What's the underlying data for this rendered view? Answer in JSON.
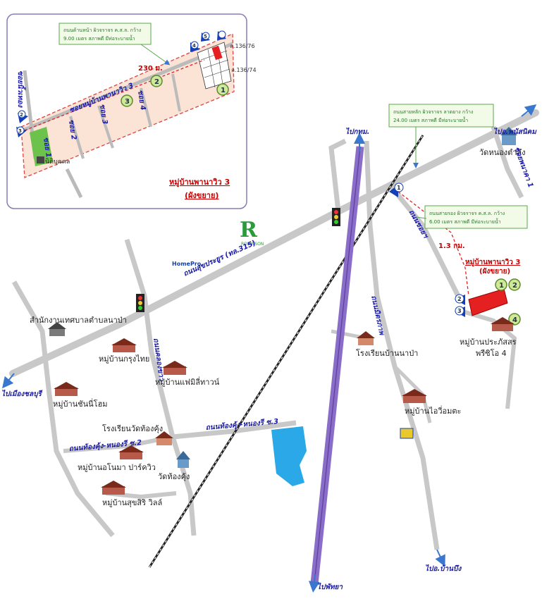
{
  "inset": {
    "note": [
      "ถนนด้านหน้า ผิวจราจร ค.ส.ล. กว้าง",
      "9.00 เมตร สภาพดี มีท่อระบายน้ำ"
    ],
    "plot_a": "ล.136/76",
    "plot_b": "ล.136/74",
    "distance": "230 ม.",
    "road_main": "ซอยหมู่บ้านพานาวิว 3",
    "road_left": "ซอยนิ้วเทอง",
    "soi1": "ซอย 1",
    "soi2": "ซอย 2",
    "soi3": "ซอย 3",
    "soi4": "ซอย 4",
    "juristic": "นิติบุคคล",
    "title": "หมู่บ้านพานาวิว 3",
    "subtitle": "(ผังขยาย)",
    "markers": [
      "1",
      "2",
      "3",
      "4",
      "5",
      "2",
      "3"
    ]
  },
  "main": {
    "note_top": [
      "ถนนสายหลัก ผิวจราจร ลาดยาง กว้าง",
      "24.00 เมตร สภาพดี มีท่อระบายน้ำ"
    ],
    "note_mid": [
      "ถนนสายรอง ผิวจราจร ค.ส.ล. กว้าง",
      "6.00 เมตร สภาพดี มีท่อระบายน้ำ"
    ],
    "to_bangkok": "ไปกทม.",
    "to_phanat": "ไปอ.พนัสนิคม",
    "to_chonburi": "ไปเมืองชลบุรี",
    "to_pattaya": "ไปพัทยา",
    "to_banbueng": "ไปอ.บ้านบึง",
    "wat_nong": "วัดหนองตำลึง",
    "soi_1": "ซอยพนาคา 1",
    "road_sukha": "ถนนสุขประยูร (ทล.315)",
    "road_sub": "ถนนซอยฯ",
    "road_mittraphap": "ถนนมิตรภาพ",
    "road_khlong": "ถนนคลองขาว",
    "road_tongkung_3": "ถนนท้องคุ้ง-หนองรี ซ.3",
    "road_tongkung_2": "ถนนท้องคุ้ง-หนองรี ซ.2",
    "distance": "1.3 กม.",
    "project_title": "หมู่บ้านพานาวิว 3",
    "project_sub": "(ผังขยาย)",
    "robinson": "ROBINSON",
    "homepro": "HomePro",
    "office": "สำนักงานเทศบาลตำบลนาป่า",
    "krungthai": "หมู่บ้านกรุงไทย",
    "family": "หมู่บ้านแฟมิลี่ทาวน์",
    "school_napa": "โรงเรียนบ้านนาป่า",
    "chanee": "หมู่บ้านชันนี่โฮม",
    "school_wat": "โรงเรียนวัดท้องคุ้ง",
    "onama": "หมู่บ้านอโนมา ปาร์ควิว",
    "wat_tongkung": "วัดท้องคุ้ง",
    "suksiri": "หมู่บ้านสุขสิริ วิลล์",
    "iomta": "หมู่บ้านไอวี่อมตะ",
    "prasas_1": "หมู่บ้านประภัสสร",
    "prasas_2": "พรีซิโอ 4",
    "markers": [
      "1",
      "2",
      "1",
      "2",
      "3",
      "4"
    ]
  },
  "colors": {
    "road": "#c8c8c8",
    "inset_fill": "#fbe3d6",
    "inset_border": "#d44",
    "highway": "#8a6cc9",
    "note_border": "#5aa84a",
    "note_fill": "#f2fbe8",
    "water": "#2aa8e8",
    "plot": "#e42020",
    "marker": "#cfe89a"
  }
}
